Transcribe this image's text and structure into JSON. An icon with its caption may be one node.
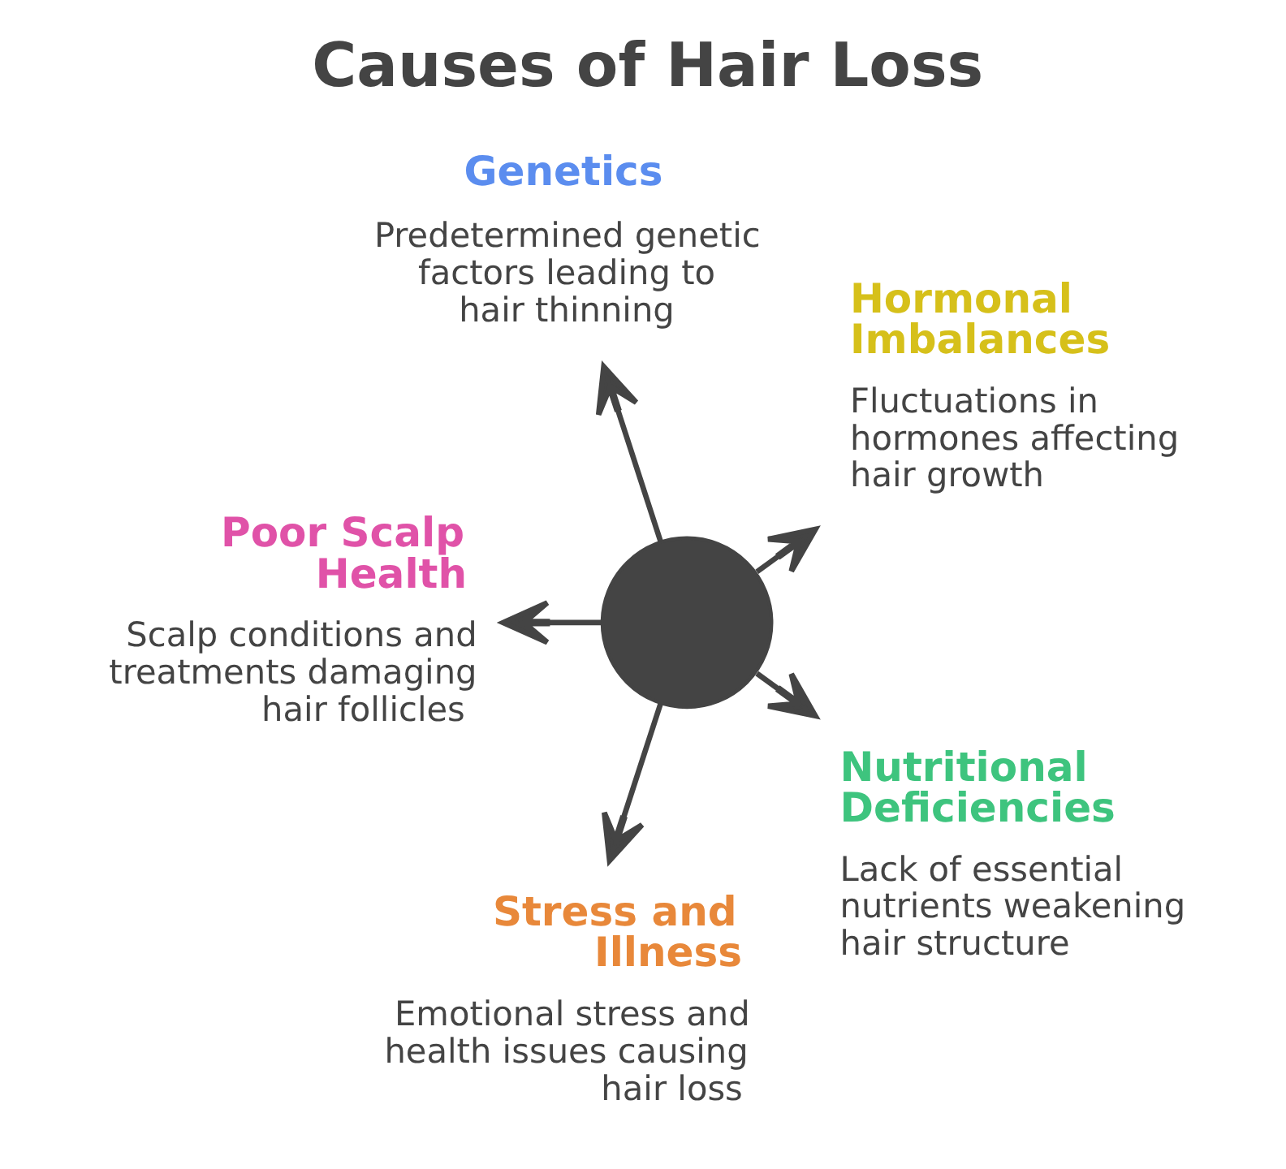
{
  "diagram": {
    "title": "Causes of Hair Loss",
    "nodes": [
      {
        "text": [
          "Genetics",
          "Predetermined genetic factors leading to hair thinning"
        ]
      },
      {
        "text": [
          "Poor Scalp Health",
          "Scalp conditions and treatments damaging hair follicles"
        ]
      },
      {
        "text": [
          "Hormonal Imbalances",
          "Fluctuations in hormones affecting hair growth"
        ]
      },
      {
        "text": [],
        "shape": "person"
      },
      {
        "text": [
          "Stress and Illness",
          "Emotional stress and health issues causing hair loss"
        ]
      },
      {
        "text": [
          "Nutritional Deficiencies",
          "Lack of essential nutrients weakening hair structure"
        ]
      }
    ],
    "edges": [
      {
        "from": 3,
        "to": 0,
        "arrow": "to"
      },
      {
        "from": 3,
        "to": 2,
        "arrow": "to"
      },
      {
        "from": 3,
        "to": 5,
        "arrow": "to"
      },
      {
        "from": 3,
        "to": 4,
        "arrow": "to"
      },
      {
        "from": 3,
        "to": 1,
        "arrow": "to"
      }
    ]
  }
}
